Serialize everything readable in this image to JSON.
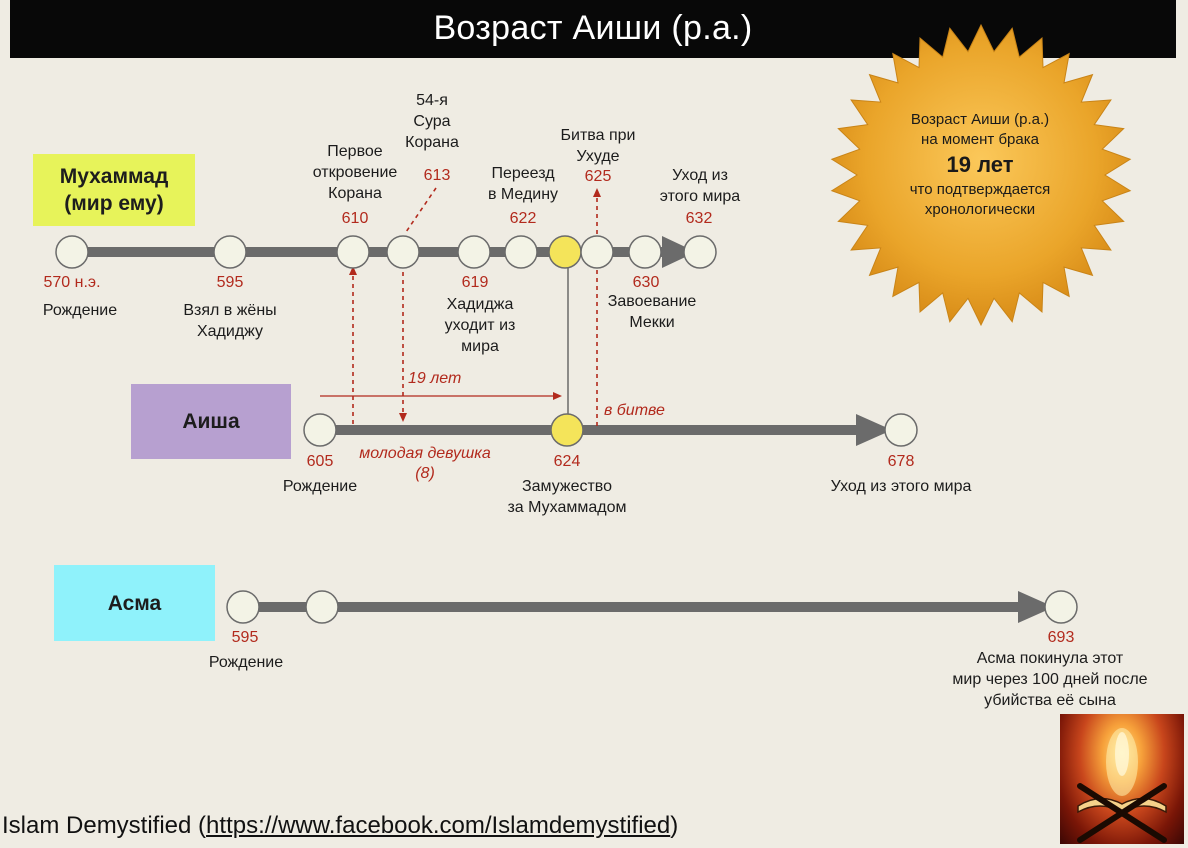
{
  "title": "Возраст Аиши (р.а.)",
  "burst": {
    "line1": "Возраст Аиши (р.а.)",
    "line2": "на момент брака",
    "age": "19 лет",
    "line3": "что подтверждается",
    "line4": "хронологически",
    "color": "#e8a326"
  },
  "people": {
    "muhammad": {
      "line1": "Мухаммад",
      "line2": "(мир ему)",
      "color": "#e7f35a"
    },
    "aisha": {
      "name": "Аиша",
      "color": "#b7a0d0"
    },
    "asma": {
      "name": "Асма",
      "color": "#8ff2fb"
    }
  },
  "muhammad_events": {
    "e570": {
      "year": "570 н.э.",
      "label": "Рождение"
    },
    "e595": {
      "year": "595",
      "line1": "Взял в жёны",
      "line2": "Хадиджу"
    },
    "e610": {
      "year": "610",
      "line1": "Первое",
      "line2": "откровение",
      "line3": "Корана"
    },
    "e613": {
      "year": "613",
      "line1": "54-я",
      "line2": "Сура",
      "line3": "Корана"
    },
    "e619": {
      "year": "619",
      "line1": "Хадиджа",
      "line2": "уходит из",
      "line3": "мира"
    },
    "e622": {
      "year": "622",
      "line1": "Переезд",
      "line2": "в Медину"
    },
    "e625": {
      "year": "625",
      "line1": "Битва при",
      "line2": "Ухуде"
    },
    "e630": {
      "year": "630",
      "line1": "Завоевание",
      "line2": "Мекки"
    },
    "e632": {
      "year": "632",
      "line1": "Уход из",
      "line2": "этого мира"
    }
  },
  "aisha_events": {
    "e605": {
      "year": "605",
      "label": "Рождение"
    },
    "e624": {
      "year": "624",
      "line1": "Замужество",
      "line2": "за Мухаммадом"
    },
    "e678": {
      "year": "678",
      "label": "Уход из этого мира"
    }
  },
  "asma_events": {
    "e595": {
      "year": "595",
      "label": "Рождение"
    },
    "e693": {
      "year": "693",
      "line1": "Асма покинула этот",
      "line2": "мир через 100 дней после",
      "line3": "убийства её сына"
    }
  },
  "notes": {
    "span": "19 лет",
    "girl": "молодая девушка",
    "girl_age": "(8)",
    "battle": "в битве"
  },
  "footer": {
    "source": "Islam Demystified (",
    "url": "https://www.facebook.com/Islamdemystified",
    "close": ")"
  },
  "colors": {
    "accent_red": "#b22a1d",
    "timeline_gray": "#6b6b6b",
    "node_fill": "#f3f3e6",
    "highlight_node": "#f4e45a"
  }
}
